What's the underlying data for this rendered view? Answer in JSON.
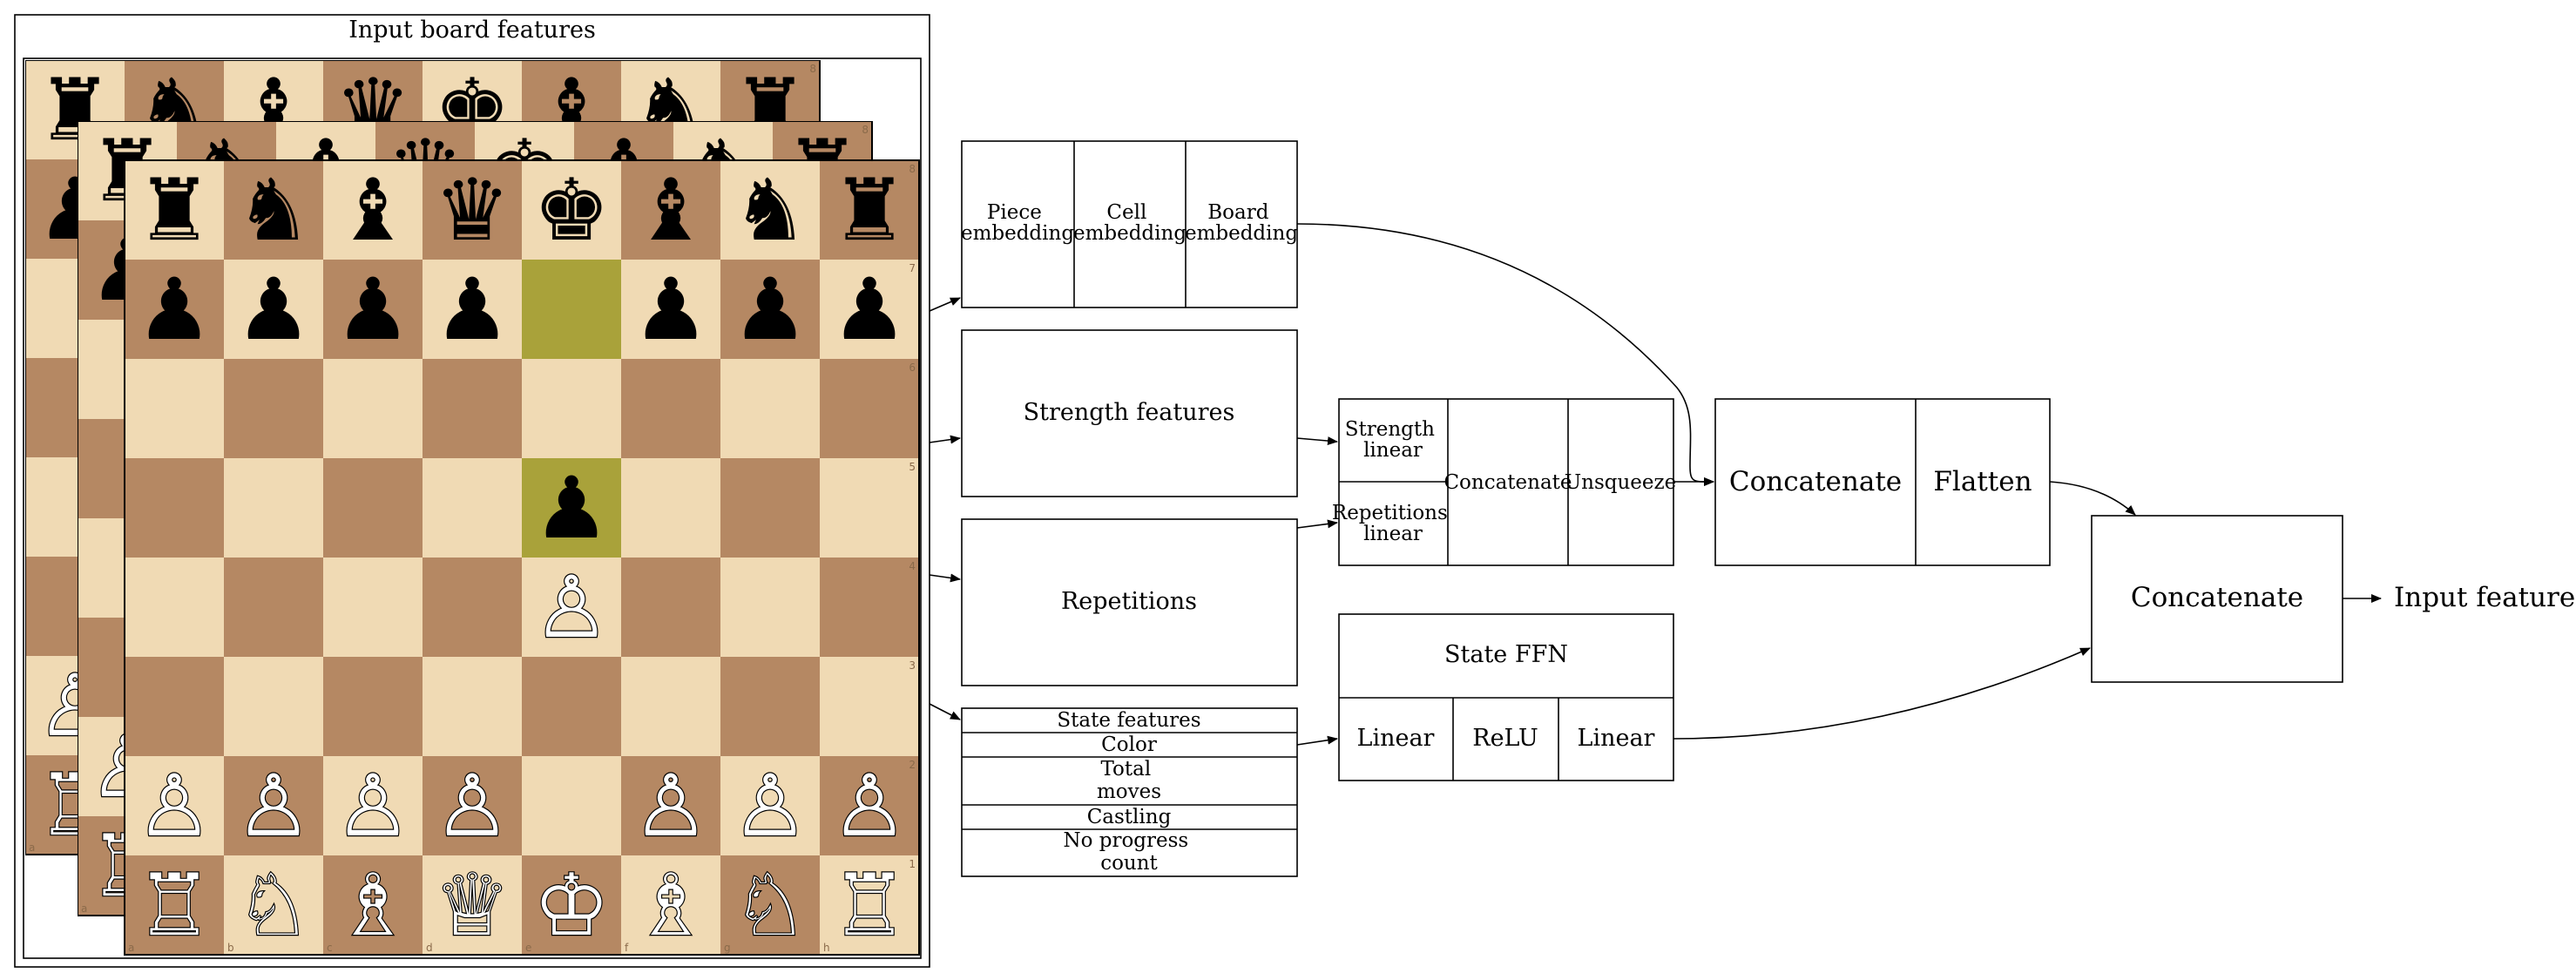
{
  "input_board": {
    "title": "Input board features"
  },
  "board": {
    "rank8": [
      "♜",
      "♞",
      "♝",
      "♛",
      "♚",
      "♝",
      "♞",
      "♜"
    ],
    "rank7": [
      "♟",
      "♟",
      "♟",
      "♟",
      "",
      "♟",
      "♟",
      "♟"
    ],
    "rank5": [
      "",
      "",
      "",
      "",
      "♟",
      "",
      "",
      ""
    ],
    "rank4": [
      "",
      "",
      "",
      "",
      "♙",
      "",
      "",
      ""
    ],
    "rank2": [
      "♙",
      "♙",
      "♙",
      "♙",
      "",
      "♙",
      "♙",
      "♙"
    ],
    "rank1": [
      "♖",
      "♘",
      "♗",
      "♕",
      "♔",
      "♗",
      "♘",
      "♖"
    ],
    "ranks": [
      "8",
      "7",
      "6",
      "5",
      "4",
      "3",
      "2",
      "1"
    ],
    "files": [
      "a",
      "b",
      "c",
      "d",
      "e",
      "f",
      "g",
      "h"
    ],
    "colors": {
      "light": "#f0dab4",
      "dark": "#b58863",
      "highlight": "#a9a23a"
    }
  },
  "embeddings": {
    "piece": [
      "Piece",
      "embedding"
    ],
    "cell": [
      "Cell",
      "embedding"
    ],
    "board": [
      "Board",
      "embedding"
    ]
  },
  "strength": {
    "features": "Strength features",
    "linear": [
      "Strength",
      "linear"
    ]
  },
  "repetitions": {
    "label": "Repetitions",
    "linear": [
      "Repetitions",
      "linear"
    ]
  },
  "mid_block": {
    "concatenate": "Concatenate",
    "unsqueeze": "Unsqueeze"
  },
  "state_features": {
    "header": "State features",
    "color": "Color",
    "total_moves": [
      "Total",
      "moves"
    ],
    "castling": "Castling",
    "no_progress": [
      "No progress",
      "count"
    ]
  },
  "state_ffn": {
    "title": "State FFN",
    "linear1": "Linear",
    "relu": "ReLU",
    "linear2": "Linear"
  },
  "concat_block": {
    "concatenate": "Concatenate",
    "flatten": "Flatten"
  },
  "final": {
    "concatenate": "Concatenate",
    "output": "Input features"
  }
}
